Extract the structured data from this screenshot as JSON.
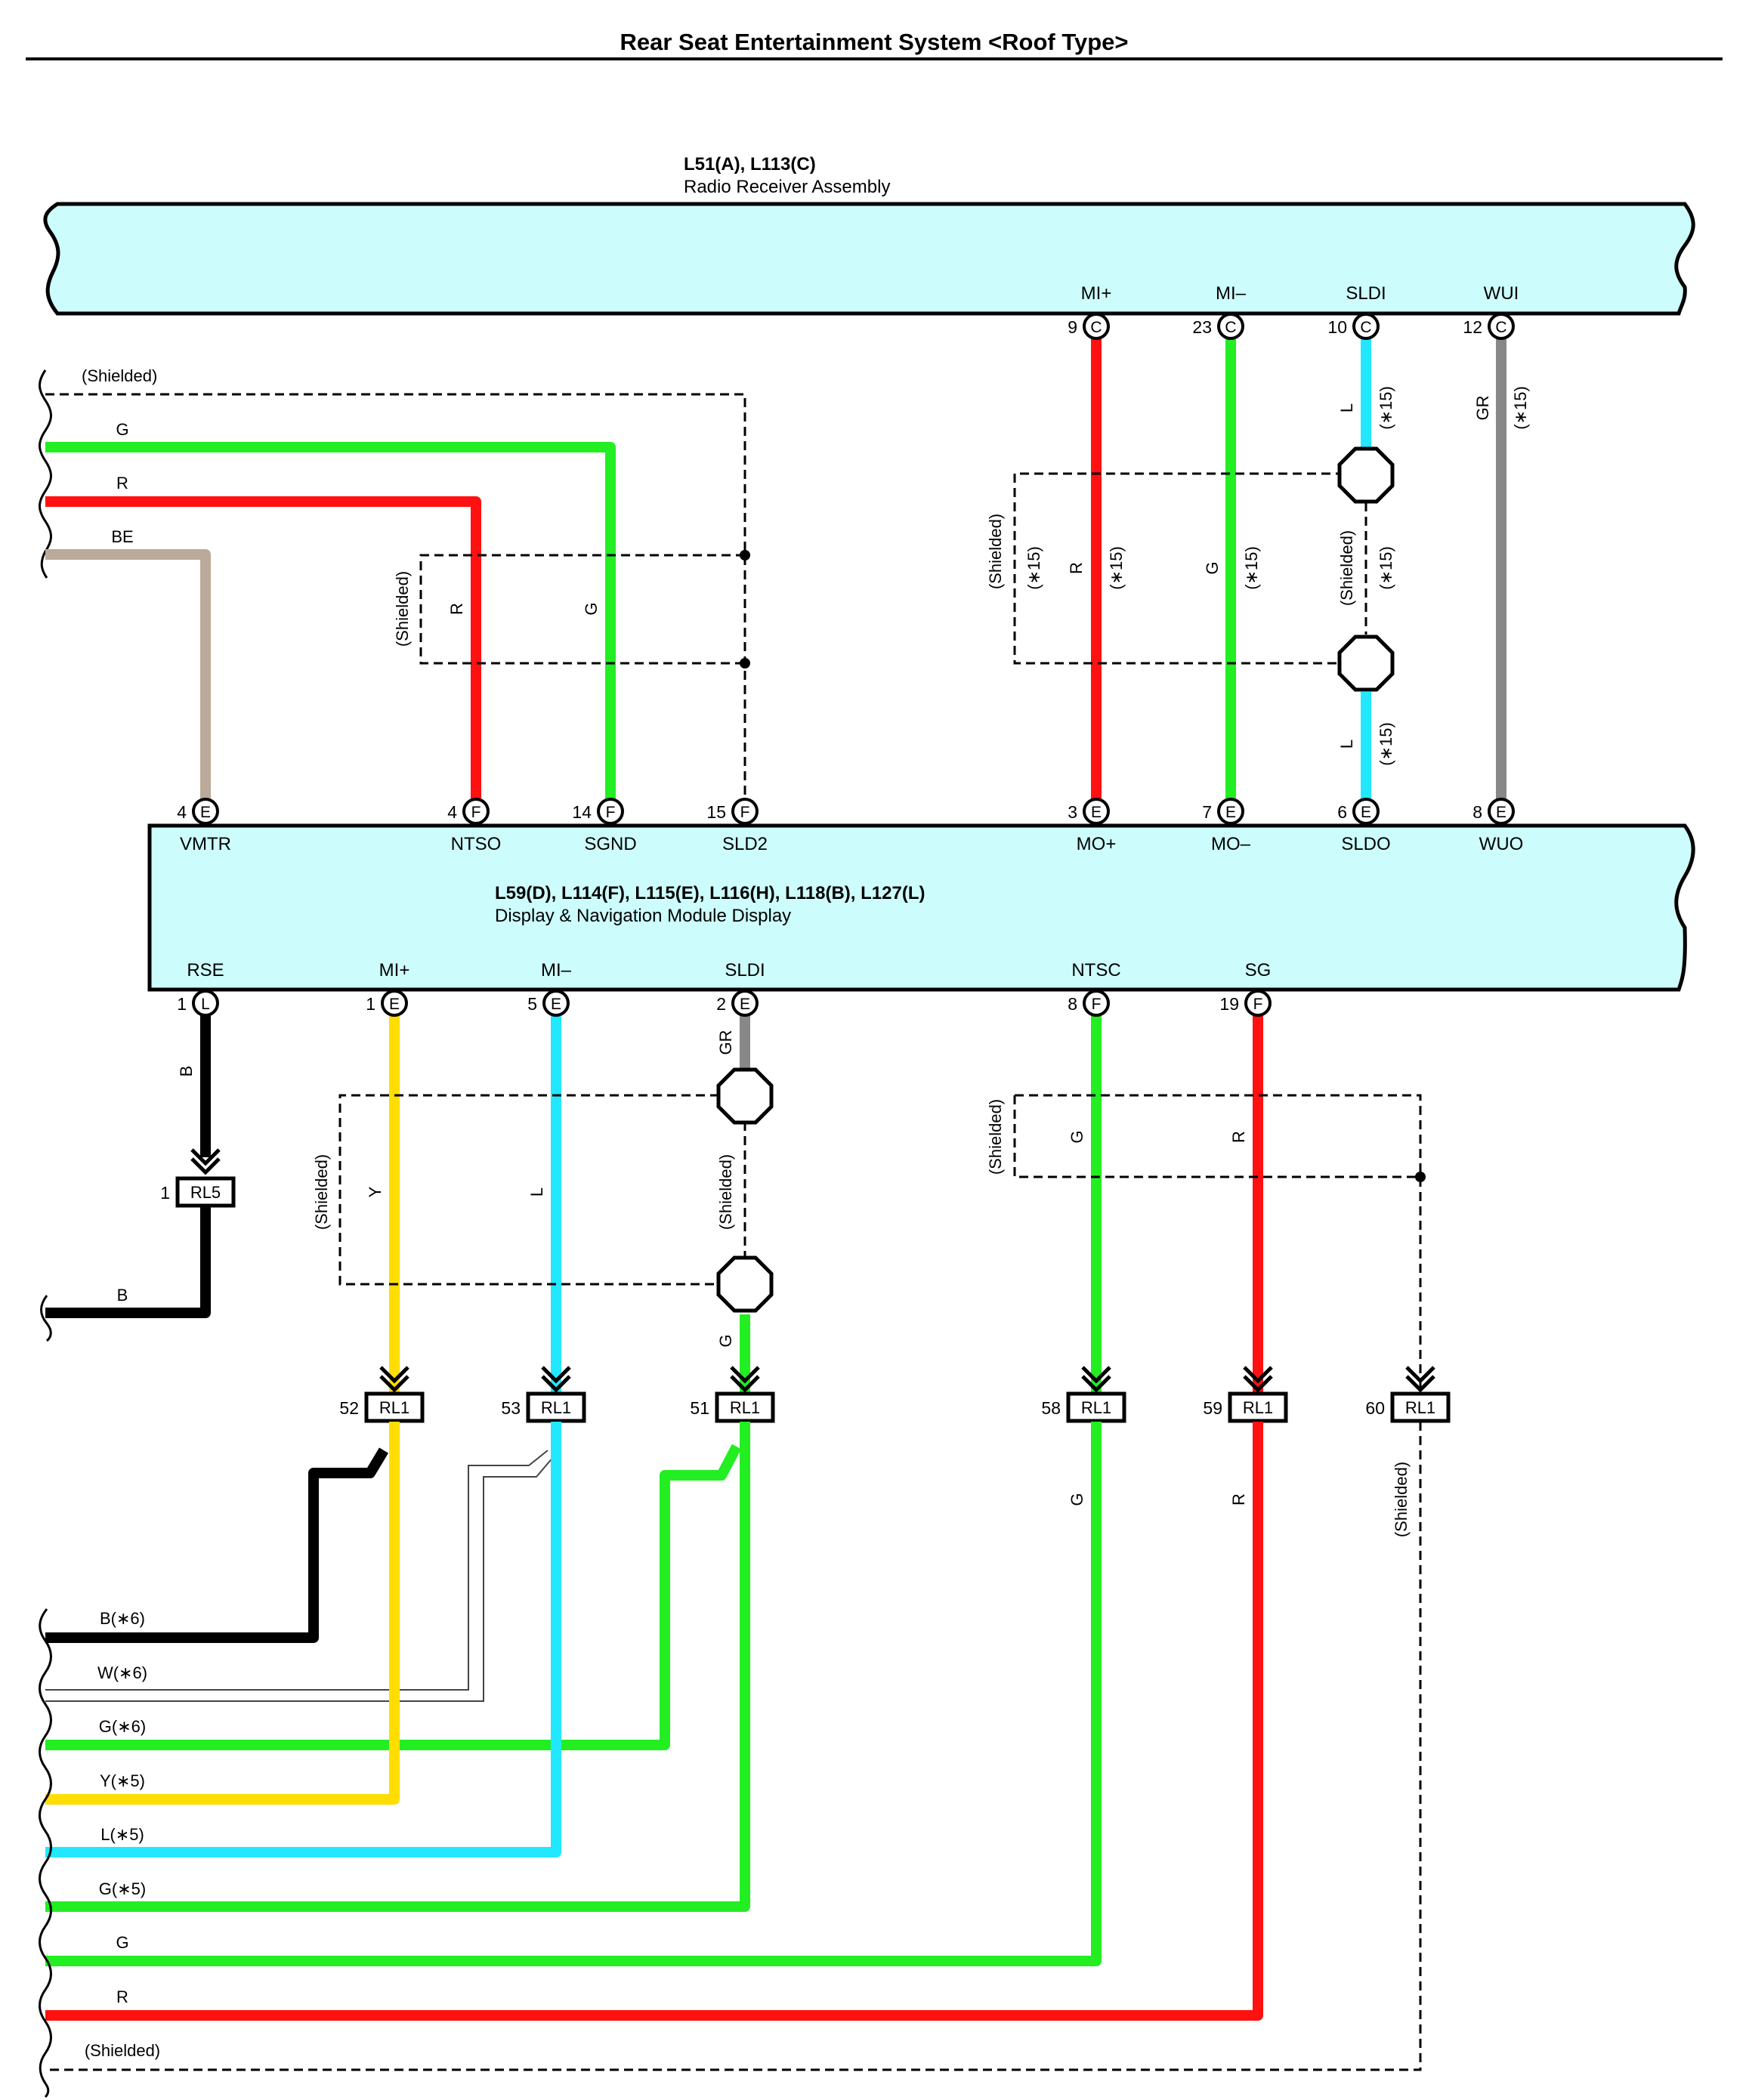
{
  "title": "Rear Seat Entertainment System <Roof Type>",
  "components": {
    "receiver": {
      "code": "L51(A), L113(C)",
      "name": "Radio Receiver Assembly"
    },
    "display": {
      "code": "L59(D), L114(F), L115(E), L116(H), L118(B), L127(L)",
      "name": "Display & Navigation Module Display"
    }
  },
  "colors": {
    "module_fill": "#ccfcfc",
    "G": "#22ee22",
    "R": "#ff1111",
    "L": "#22e8ff",
    "Y": "#ffdd00",
    "B": "#000000",
    "BE": "#bba999",
    "GR": "#888888"
  },
  "receiver_pins": [
    {
      "label": "MI+",
      "num": "9",
      "conn": "C"
    },
    {
      "label": "MI–",
      "num": "23",
      "conn": "C"
    },
    {
      "label": "SLDI",
      "num": "10",
      "conn": "C"
    },
    {
      "label": "WUI",
      "num": "12",
      "conn": "C"
    }
  ],
  "display_top_pins": [
    {
      "label": "VMTR",
      "num": "4",
      "conn": "E"
    },
    {
      "label": "NTSO",
      "num": "4",
      "conn": "F"
    },
    {
      "label": "SGND",
      "num": "14",
      "conn": "F"
    },
    {
      "label": "SLD2",
      "num": "15",
      "conn": "F"
    },
    {
      "label": "MO+",
      "num": "3",
      "conn": "E"
    },
    {
      "label": "MO–",
      "num": "7",
      "conn": "E"
    },
    {
      "label": "SLDO",
      "num": "6",
      "conn": "E"
    },
    {
      "label": "WUO",
      "num": "8",
      "conn": "E"
    }
  ],
  "display_bottom_pins": [
    {
      "label": "RSE",
      "num": "1",
      "conn": "L"
    },
    {
      "label": "MI+",
      "num": "1",
      "conn": "E"
    },
    {
      "label": "MI–",
      "num": "5",
      "conn": "E"
    },
    {
      "label": "SLDI",
      "num": "2",
      "conn": "E"
    },
    {
      "label": "NTSC",
      "num": "8",
      "conn": "F"
    },
    {
      "label": "SG",
      "num": "19",
      "conn": "F"
    }
  ],
  "junctions": [
    {
      "code": "RL5",
      "num": "1"
    },
    {
      "code": "RL1",
      "num": "52"
    },
    {
      "code": "RL1",
      "num": "53"
    },
    {
      "code": "RL1",
      "num": "51"
    },
    {
      "code": "RL1",
      "num": "58"
    },
    {
      "code": "RL1",
      "num": "59"
    },
    {
      "code": "RL1",
      "num": "60"
    }
  ],
  "wire_labels": {
    "shielded": "(Shielded)",
    "upper_left": [
      "G",
      "R",
      "BE"
    ],
    "ntso_wire": "R",
    "sgnd_wire": "G",
    "mo_plus_wire": "R",
    "mo_minus_wire": "G",
    "sldi_upper": "L",
    "sldo_lower": "L",
    "wui_wire": "GR",
    "note15": "(∗15)",
    "rse_wire": "B",
    "rl5_out": "B",
    "mi_plus_wire": "Y",
    "mi_minus_wire": "L",
    "sldi_upper_lower": "GR",
    "sldi_lower_lower": "G",
    "ntsc_wire": "G",
    "sg_wire": "R",
    "rl58_out": "G",
    "rl59_out": "R",
    "bottom_left": [
      "B(∗6)",
      "W(∗6)",
      "G(∗6)",
      "Y(∗5)",
      "L(∗5)",
      "G(∗5)",
      "G",
      "R",
      "(Shielded)"
    ]
  }
}
